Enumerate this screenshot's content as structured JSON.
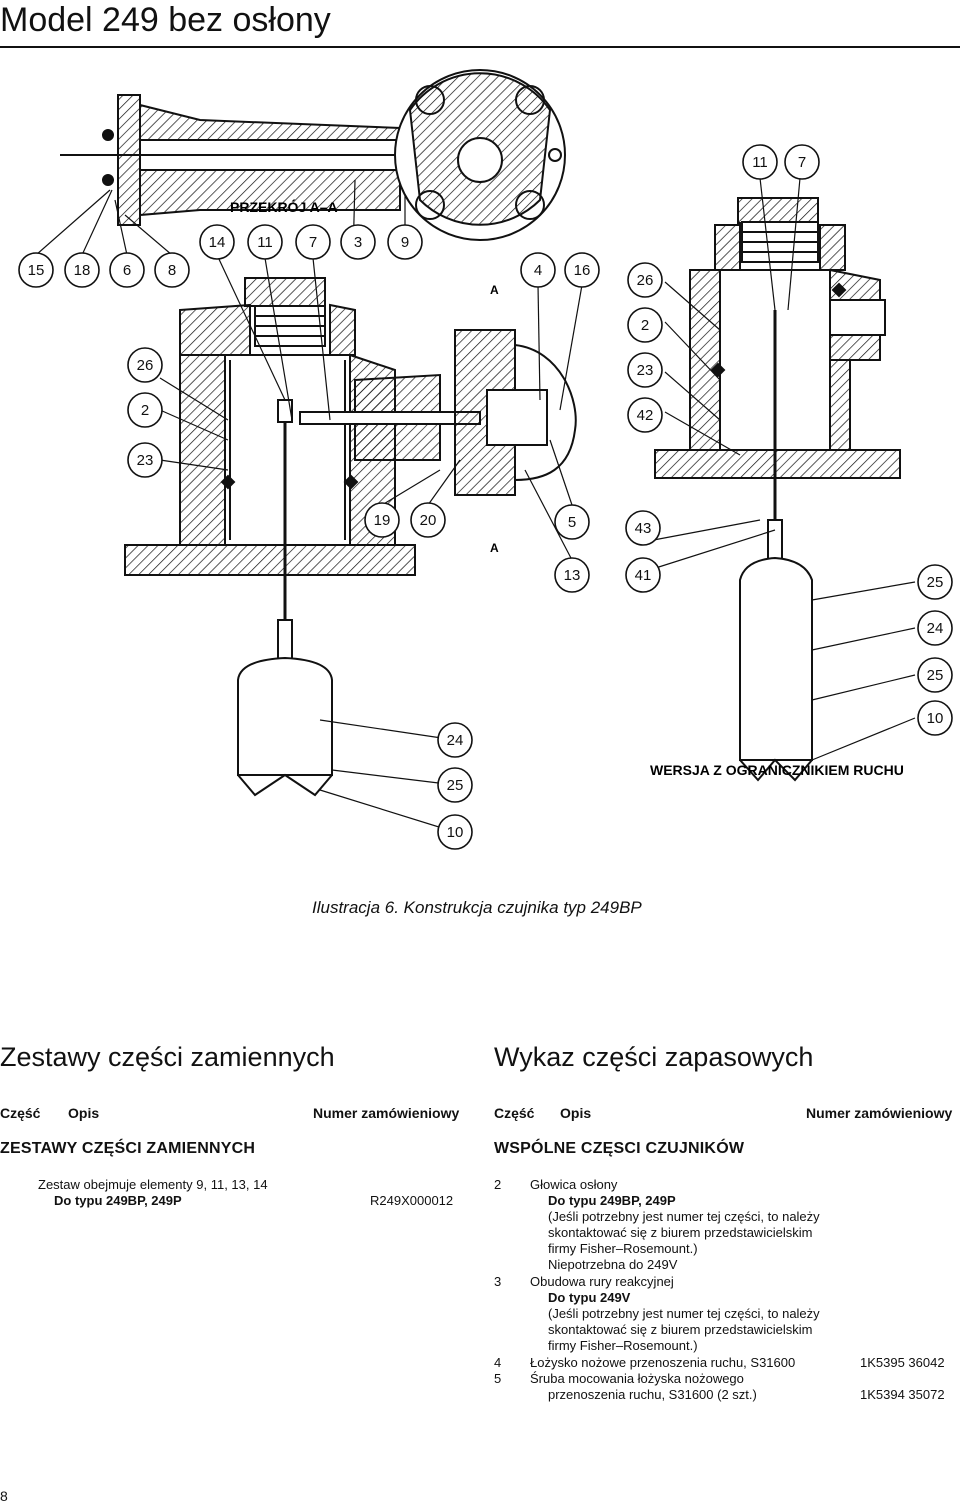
{
  "page": {
    "title": "Model 249 bez osłony",
    "number": "8"
  },
  "figure": {
    "section_label": "PRZEKRÓJ A–A",
    "variant_label": "WERSJA Z OGRANICZNIKIEM RUCHU",
    "section_mark_top": "A",
    "section_mark_bottom": "A",
    "caption": "Ilustracja 6. Konstrukcja czujnika typ 249BP",
    "callouts": {
      "c15": "15",
      "c18": "18",
      "c6": "6",
      "c8": "8",
      "c14": "14",
      "c11": "11",
      "c7": "7",
      "c3": "3",
      "c9": "9",
      "c4": "4",
      "c16": "16",
      "c26a": "26",
      "c2a": "2",
      "c23a": "23",
      "c19": "19",
      "c20": "20",
      "c5": "5",
      "c13": "13",
      "c24a": "24",
      "c25a": "25",
      "c10a": "10",
      "c11b": "11",
      "c7b": "7",
      "c26b": "26",
      "c2b": "2",
      "c23b": "23",
      "c42": "42",
      "c43": "43",
      "c41": "41",
      "c25b": "25",
      "c24b": "24",
      "c25c": "25",
      "c10b": "10"
    }
  },
  "left": {
    "heading": "Zestawy części zamiennych",
    "col_part": "Część",
    "col_desc": "Opis",
    "col_num": "Numer zamówieniowy",
    "group": "ZESTAWY CZĘŚCI ZAMIENNYCH",
    "kit_line1": "Zestaw obejmuje elementy 9, 11, 13, 14",
    "kit_line2": "Do typu 249BP, 249P",
    "kit_number": "R249X000012"
  },
  "right": {
    "heading": "Wykaz części zapasowych",
    "col_part": "Część",
    "col_desc": "Opis",
    "col_num": "Numer zamówieniowy",
    "group": "WSPÓLNE CZĘSCI CZUJNIKÓW",
    "items": [
      {
        "no": "2",
        "lines": [
          "Głowica osłony"
        ],
        "bold": "Do typu 249BP, 249P",
        "notes": [
          "(Jeśli potrzebny jest numer tej części, to należy",
          "skontaktować się z biurem przedstawicielskim",
          "firmy Fisher–Rosemount.)",
          "Niepotrzebna do 249V"
        ]
      },
      {
        "no": "3",
        "lines": [
          "Obudowa rury reakcyjnej"
        ],
        "bold": "Do typu 249V",
        "notes": [
          "(Jeśli potrzebny jest numer tej części, to należy",
          "skontaktować się z biurem przedstawicielskim",
          "firmy Fisher–Rosemount.)"
        ]
      },
      {
        "no": "4",
        "line": "Łożysko nożowe przenoszenia ruchu, S31600",
        "part": "1K5395 36042"
      },
      {
        "no": "5",
        "line1": "Śruba mocowania łożyska nożowego",
        "line2": "przenoszenia ruchu, S31600 (2 szt.)",
        "part": "1K5394 35072"
      }
    ]
  }
}
